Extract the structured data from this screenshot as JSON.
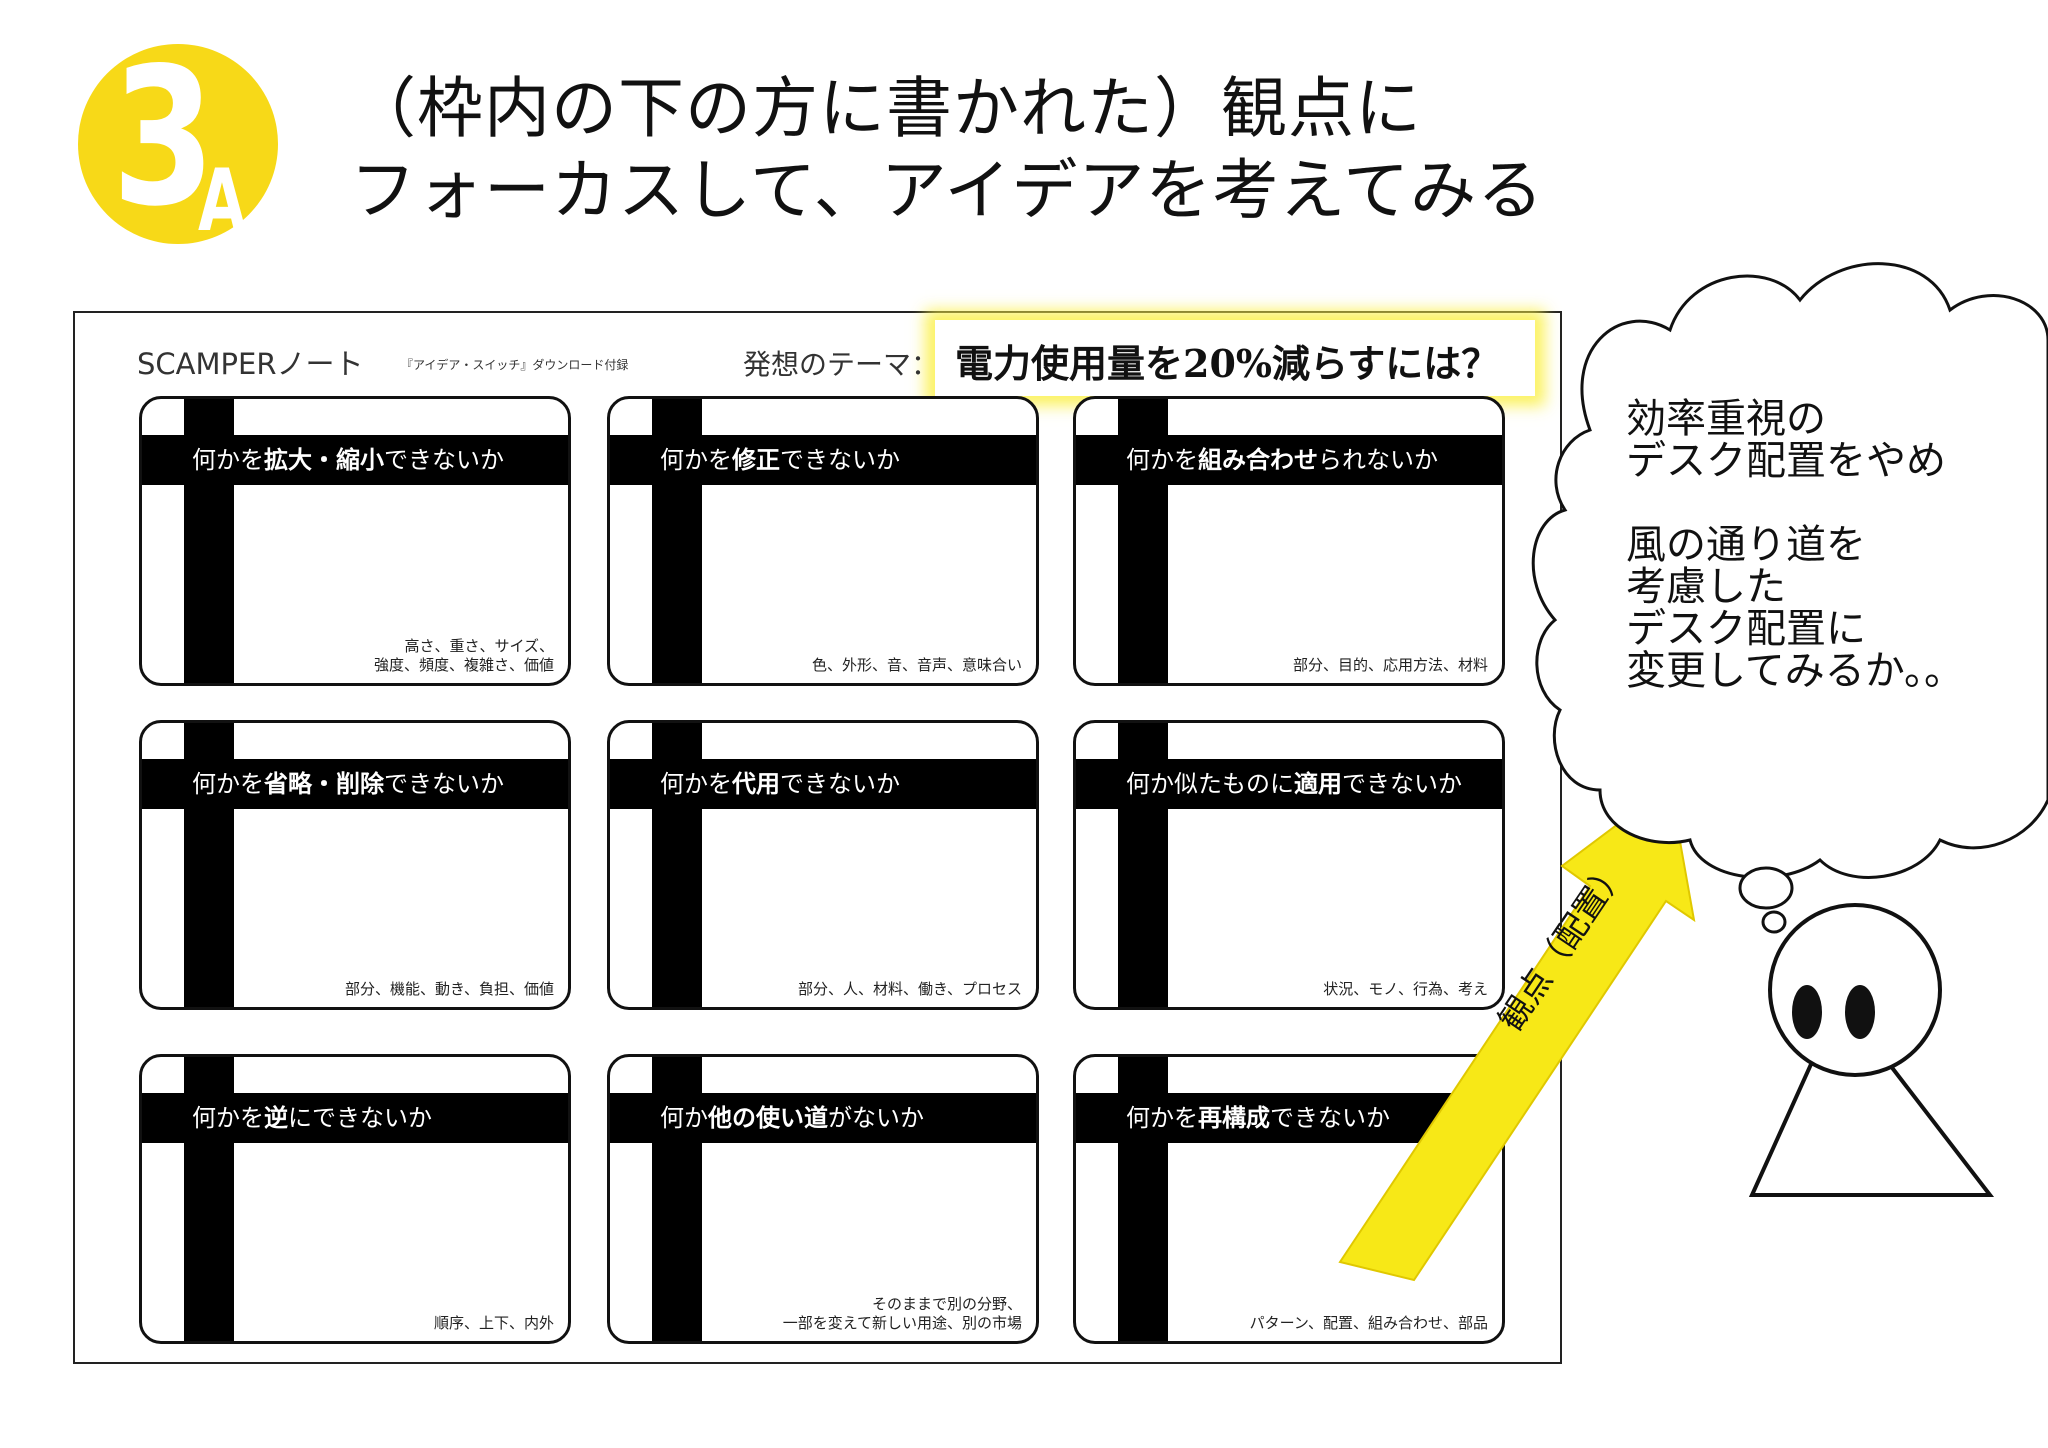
{
  "header": {
    "badge_number": "3",
    "badge_sub": "A",
    "title_line1": "（枠内の下の方に書かれた）観点に",
    "title_line2": "フォーカスして、アイデアを考えてみる"
  },
  "sheet": {
    "title": "SCAMPERノート",
    "subtitle": "『アイデア・スイッチ』ダウンロード付録",
    "theme_label": "発想のテーマ：",
    "theme_value": "電力使用量を20%減らすには？",
    "cards": [
      {
        "pre": "何かを",
        "bold": "拡大・縮小",
        "post": "できないか",
        "hint1": "高さ、重さ、サイズ、",
        "hint2": "強度、頻度、複雑さ、価値"
      },
      {
        "pre": "何かを",
        "bold": "修正",
        "post": "できないか",
        "hint1": "",
        "hint2": "色、外形、音、音声、意味合い"
      },
      {
        "pre": "何かを",
        "bold": "組み合わせ",
        "post": "られないか",
        "hint1": "",
        "hint2": "部分、目的、応用方法、材料"
      },
      {
        "pre": "何かを",
        "bold": "省略・削除",
        "post": "できないか",
        "hint1": "",
        "hint2": "部分、機能、動き、負担、価値"
      },
      {
        "pre": "何かを",
        "bold": "代用",
        "post": "できないか",
        "hint1": "",
        "hint2": "部分、人、材料、働き、プロセス"
      },
      {
        "pre": "何か似たものに",
        "bold": "適用",
        "post": "できないか",
        "hint1": "",
        "hint2": "状況、モノ、行為、考え"
      },
      {
        "pre": "何かを",
        "bold": "逆",
        "post": "にできないか",
        "hint1": "",
        "hint2": "順序、上下、内外"
      },
      {
        "pre": "何か",
        "bold": "他の使い道",
        "post": "がないか",
        "hint1": "そのままで別の分野、",
        "hint2": "一部を変えて新しい用途、別の市場"
      },
      {
        "pre": "何かを",
        "bold": "再構成",
        "post": "できないか",
        "hint1": "",
        "hint2": "パターン、配置、組み合わせ、部品"
      }
    ]
  },
  "arrow": {
    "label": "観点（配置）",
    "color": "#f7e817"
  },
  "thought": {
    "text": "効率重視の\nデスク配置をやめ\n\n風の通り道を\n考慮した\nデスク配置に\n変更してみるか。。"
  },
  "colors": {
    "badge": "#f7d918",
    "bar": "#000000"
  }
}
